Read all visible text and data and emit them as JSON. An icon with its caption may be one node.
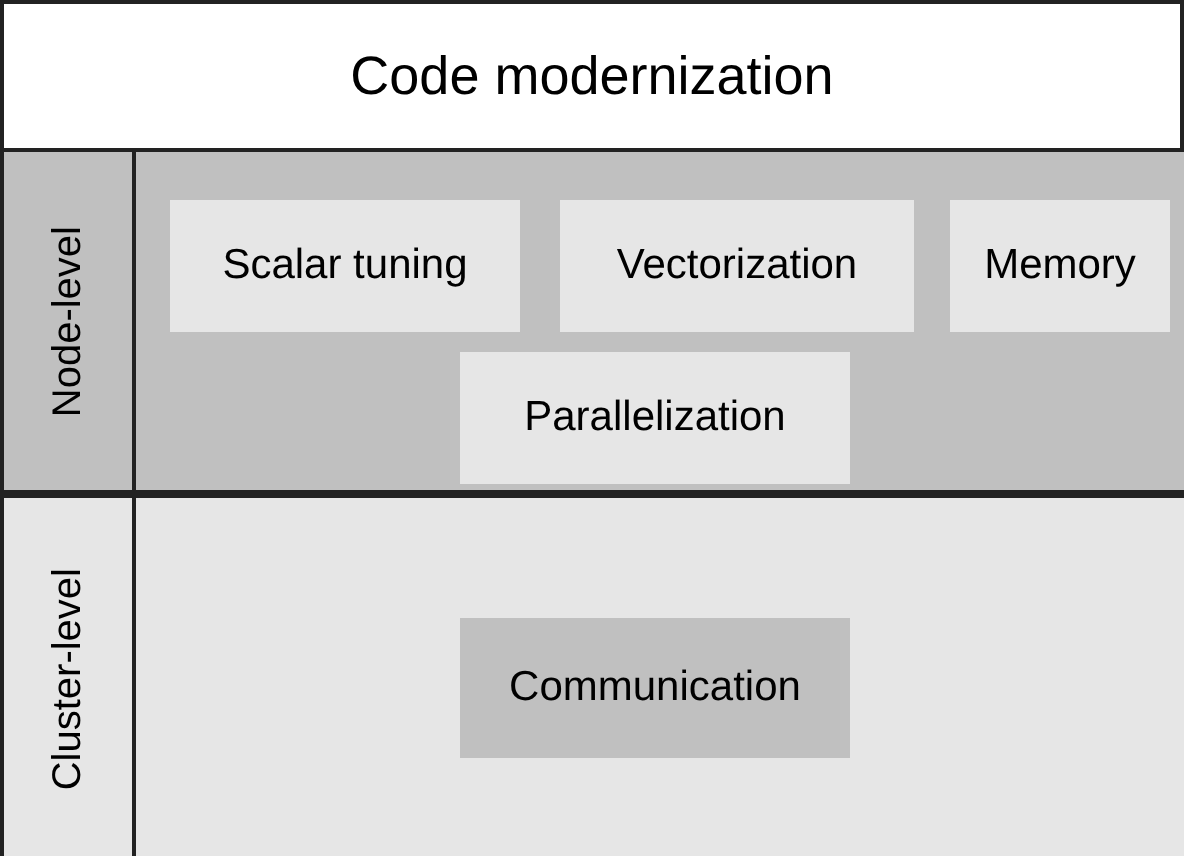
{
  "diagram": {
    "nodes": [
      {
        "text": [
          "Code modernization"
        ]
      },
      {
        "text": [
          "Node-level"
        ],
        "in": 0
      },
      {
        "text": [
          "Scalar tuning"
        ],
        "in": 1
      },
      {
        "text": [
          "Vectorization"
        ],
        "in": 1
      },
      {
        "text": [
          "Memory"
        ],
        "in": 1
      },
      {
        "text": [
          "Parallelization"
        ],
        "in": 1
      },
      {
        "text": [
          "Cluster-level"
        ],
        "in": 0
      },
      {
        "text": [
          "Communication"
        ],
        "in": 6
      }
    ]
  }
}
